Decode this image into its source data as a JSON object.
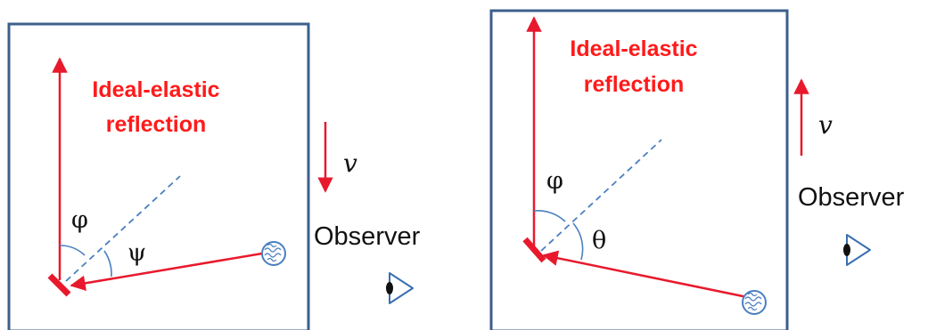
{
  "panels": [
    {
      "title_line1": "Ideal-elastic",
      "title_line2": "reflection",
      "angle_phi": "φ",
      "angle_second": "ψ",
      "velocity_label": "v",
      "velocity_direction": "down",
      "observer_label": "Observer",
      "icons": [
        "mirror-icon",
        "light-source-icon",
        "eye-icon"
      ]
    },
    {
      "title_line1": "Ideal-elastic",
      "title_line2": "reflection",
      "angle_phi": "φ",
      "angle_second": "θ",
      "velocity_label": "v",
      "velocity_direction": "up",
      "observer_label": "Observer",
      "icons": [
        "mirror-icon",
        "light-source-icon",
        "eye-icon"
      ]
    }
  ],
  "colors": {
    "frame": "#3c5f8c",
    "ray": "#e8192c",
    "normal": "#4a7fc0",
    "eye": "#3a6fb0"
  }
}
